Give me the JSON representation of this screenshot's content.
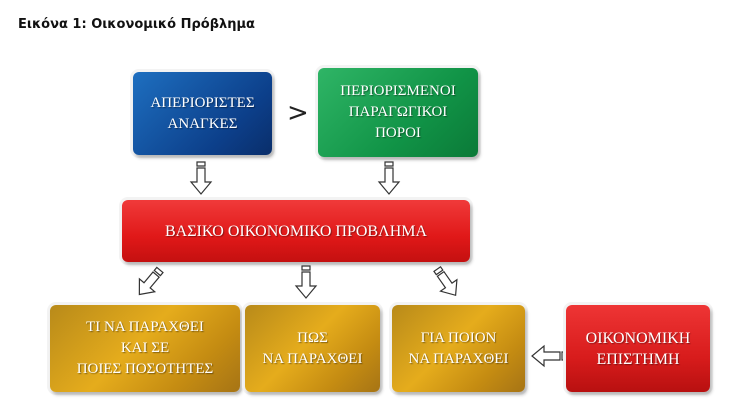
{
  "caption": "Εικόνα 1: Οικονομικό Πρόβλημα",
  "boxes": {
    "unlimited_needs": [
      "ΑΠΕΡΙΟΡΙΣΤΕΣ",
      "ΑΝΑΓΚΕΣ"
    ],
    "greater_than": ">",
    "limited_resources": [
      "ΠΕΡΙΟΡΙΣΜΕΝΟΙ",
      "ΠΑΡΑΓΩΓΙΚΟΙ",
      "ΠΟΡΟΙ"
    ],
    "basic_problem": "ΒΑΣΙΚΟ ΟΙΚΟΝΟΜΙΚΟ ΠΡΟΒΛΗΜΑ",
    "what": [
      "ΤΙ ΝΑ ΠΑΡΑΧΘΕΙ",
      "ΚΑΙ ΣΕ",
      "ΠΟΙΕΣ ΠΟΣΟΤΗΤΕΣ"
    ],
    "how": [
      "ΠΩΣ",
      "ΝΑ ΠΑΡΑΧΘΕΙ"
    ],
    "for_whom": [
      "ΓΙΑ ΠΟΙΟΝ",
      "ΝΑ ΠΑΡΑΧΘΕΙ"
    ],
    "economics": [
      "ΟΙΚΟΝΟΜΙΚΗ",
      "ΕΠΙΣΤΗΜΗ"
    ]
  }
}
